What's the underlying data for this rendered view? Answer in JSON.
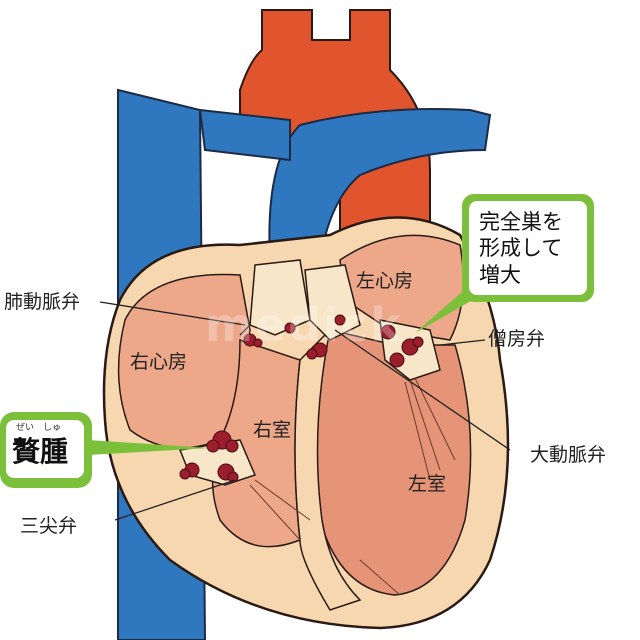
{
  "labels": {
    "pulmonary_valve": "肺動脈弁",
    "right_atrium": "右心房",
    "right_ventricle": "右室",
    "left_atrium": "左心房",
    "left_ventricle": "左室",
    "mitral_valve": "僧房弁",
    "aortic_valve": "大動脈弁",
    "tricuspid_valve": "三尖弁"
  },
  "vegetation_callout": {
    "text": "贅腫",
    "ruby": "ぜい　しゅ"
  },
  "growth_callout": {
    "text": "完全巣を\n形成して\n増大"
  },
  "watermark": "medick",
  "colors": {
    "aorta": "#e0542e",
    "vena_cava": "#2f78c0",
    "muscle_outer": "#f7d7b0",
    "chamber": "#eda88a",
    "chamber_dark": "#e59478",
    "valve": "#f7e6c8",
    "vegetation": "#9b1e2c",
    "callout_green": "#7cbf3a"
  }
}
